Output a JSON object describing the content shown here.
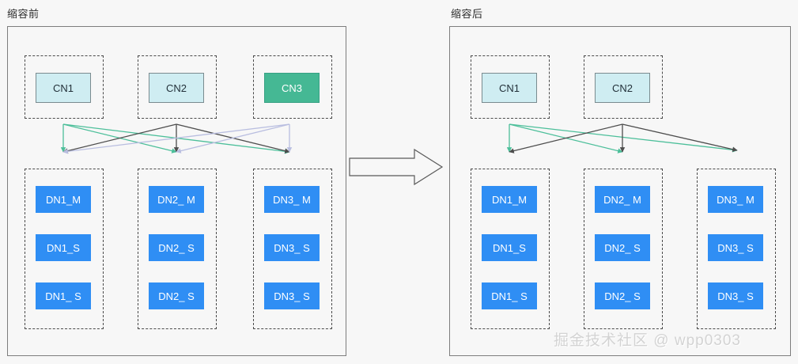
{
  "page": {
    "background_color": "#f7f7f7",
    "watermark": "掘金技术社区 @ wpp0303"
  },
  "colors": {
    "panel_border": "#7d7d7d",
    "dashed_border": "#4a4a4a",
    "cn_fill": "#cfedf2",
    "cn_border": "#7a8b8f",
    "cn_removed_fill": "#45b894",
    "dn_fill": "#2f8ef4",
    "link_green": "#4cbf9a",
    "link_dark": "#4d4d4d",
    "link_lavender": "#b9bee0",
    "text_dark": "#23313a",
    "text_light": "#ffffff",
    "watermark_color": "#d3d3d3"
  },
  "panels": [
    {
      "id": "before",
      "title": "缩容前",
      "cn_groups": [
        {
          "label": "CN1",
          "state": "normal"
        },
        {
          "label": "CN2",
          "state": "normal"
        },
        {
          "label": "CN3",
          "state": "removed"
        }
      ],
      "dn_groups": [
        {
          "nodes": [
            "DN1_M",
            "DN1_S",
            "DN1_ S"
          ]
        },
        {
          "nodes": [
            "DN2_ M",
            "DN2_ S",
            "DN2_ S"
          ]
        },
        {
          "nodes": [
            "DN3_ M",
            "DN3_ S",
            "DN3_ S"
          ]
        }
      ]
    },
    {
      "id": "after",
      "title": "缩容后",
      "cn_groups": [
        {
          "label": "CN1",
          "state": "normal"
        },
        {
          "label": "CN2",
          "state": "normal"
        }
      ],
      "dn_groups": [
        {
          "nodes": [
            "DN1_M",
            "DN1_S",
            "DN1_ S"
          ]
        },
        {
          "nodes": [
            "DN2_ M",
            "DN2_ S",
            "DN2_ S"
          ]
        },
        {
          "nodes": [
            "DN3_ M",
            "DN3_ S",
            "DN3_ S"
          ]
        }
      ]
    }
  ],
  "transition": {
    "icon": "right-block-arrow",
    "direction": "right"
  }
}
